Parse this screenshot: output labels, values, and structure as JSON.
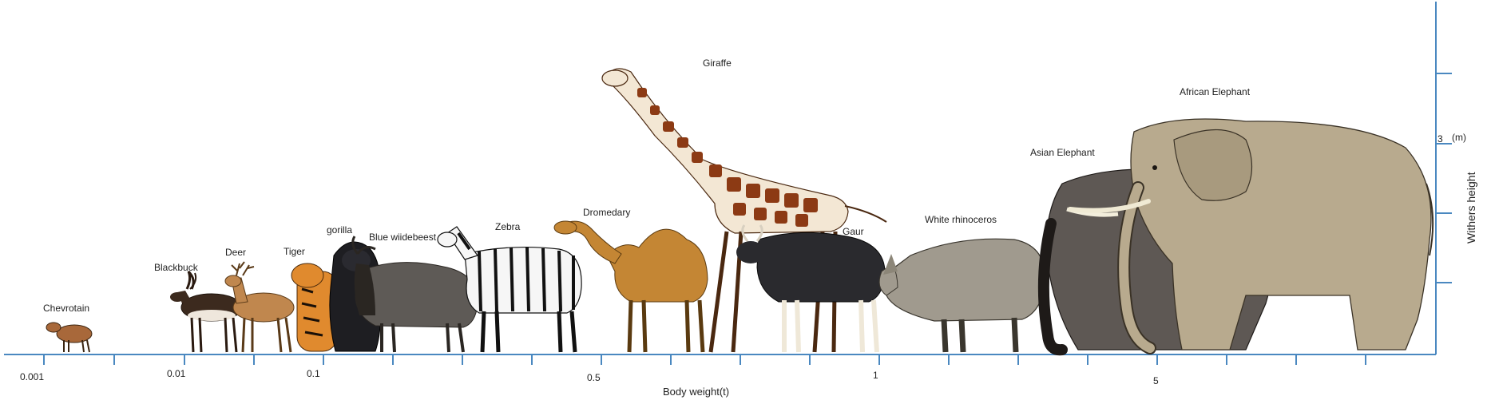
{
  "x_axis": {
    "title": "Body weight(t)",
    "tick_labels": [
      "0.001",
      "0.01",
      "0.1",
      "0.5",
      "1",
      "5"
    ]
  },
  "y_axis": {
    "title": "Withers height",
    "tick_value": "3",
    "unit": "(m)"
  },
  "animals": [
    {
      "name": "Chevrotain"
    },
    {
      "name": "Blackbuck"
    },
    {
      "name": "Deer"
    },
    {
      "name": "Tiger"
    },
    {
      "name": "gorilla"
    },
    {
      "name": "Blue wiidebeest"
    },
    {
      "name": "Zebra"
    },
    {
      "name": "Dromedary"
    },
    {
      "name": "Giraffe"
    },
    {
      "name": "Gaur"
    },
    {
      "name": "White rhinoceros"
    },
    {
      "name": "Asian Elephant"
    },
    {
      "name": "African Elephant"
    }
  ],
  "colors": {
    "axis": "#4a88c0",
    "text": "#222222"
  }
}
